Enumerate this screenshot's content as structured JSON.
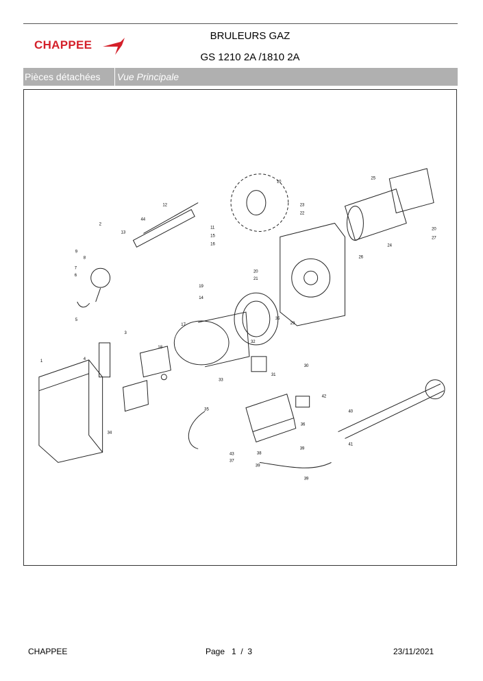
{
  "header": {
    "brand": "CHAPPEE",
    "title_line1": "BRULEURS GAZ",
    "title_line2": "GS 1210 2A /1810 2A"
  },
  "tabs": {
    "section": "Pièces détachées",
    "view": "Vue Principale"
  },
  "diagram": {
    "part_numbers": [
      "1",
      "2",
      "3",
      "4",
      "5",
      "6",
      "7",
      "8",
      "9",
      "10",
      "11",
      "12",
      "13",
      "14",
      "15",
      "16",
      "17",
      "18",
      "19",
      "20",
      "20",
      "21",
      "22",
      "23",
      "24",
      "25",
      "26",
      "27",
      "29",
      "30",
      "31",
      "32",
      "33",
      "34",
      "35",
      "35",
      "36",
      "37",
      "38",
      "39",
      "39",
      "39",
      "40",
      "41",
      "42",
      "43",
      "44"
    ]
  },
  "footer": {
    "brand": "CHAPPEE",
    "page_label": "Page",
    "page_current": "1",
    "page_sep": "/",
    "page_total": "3",
    "date": "23/11/2021"
  },
  "colors": {
    "brand_red": "#d4202a",
    "tab_bar": "#b0b0b0"
  }
}
